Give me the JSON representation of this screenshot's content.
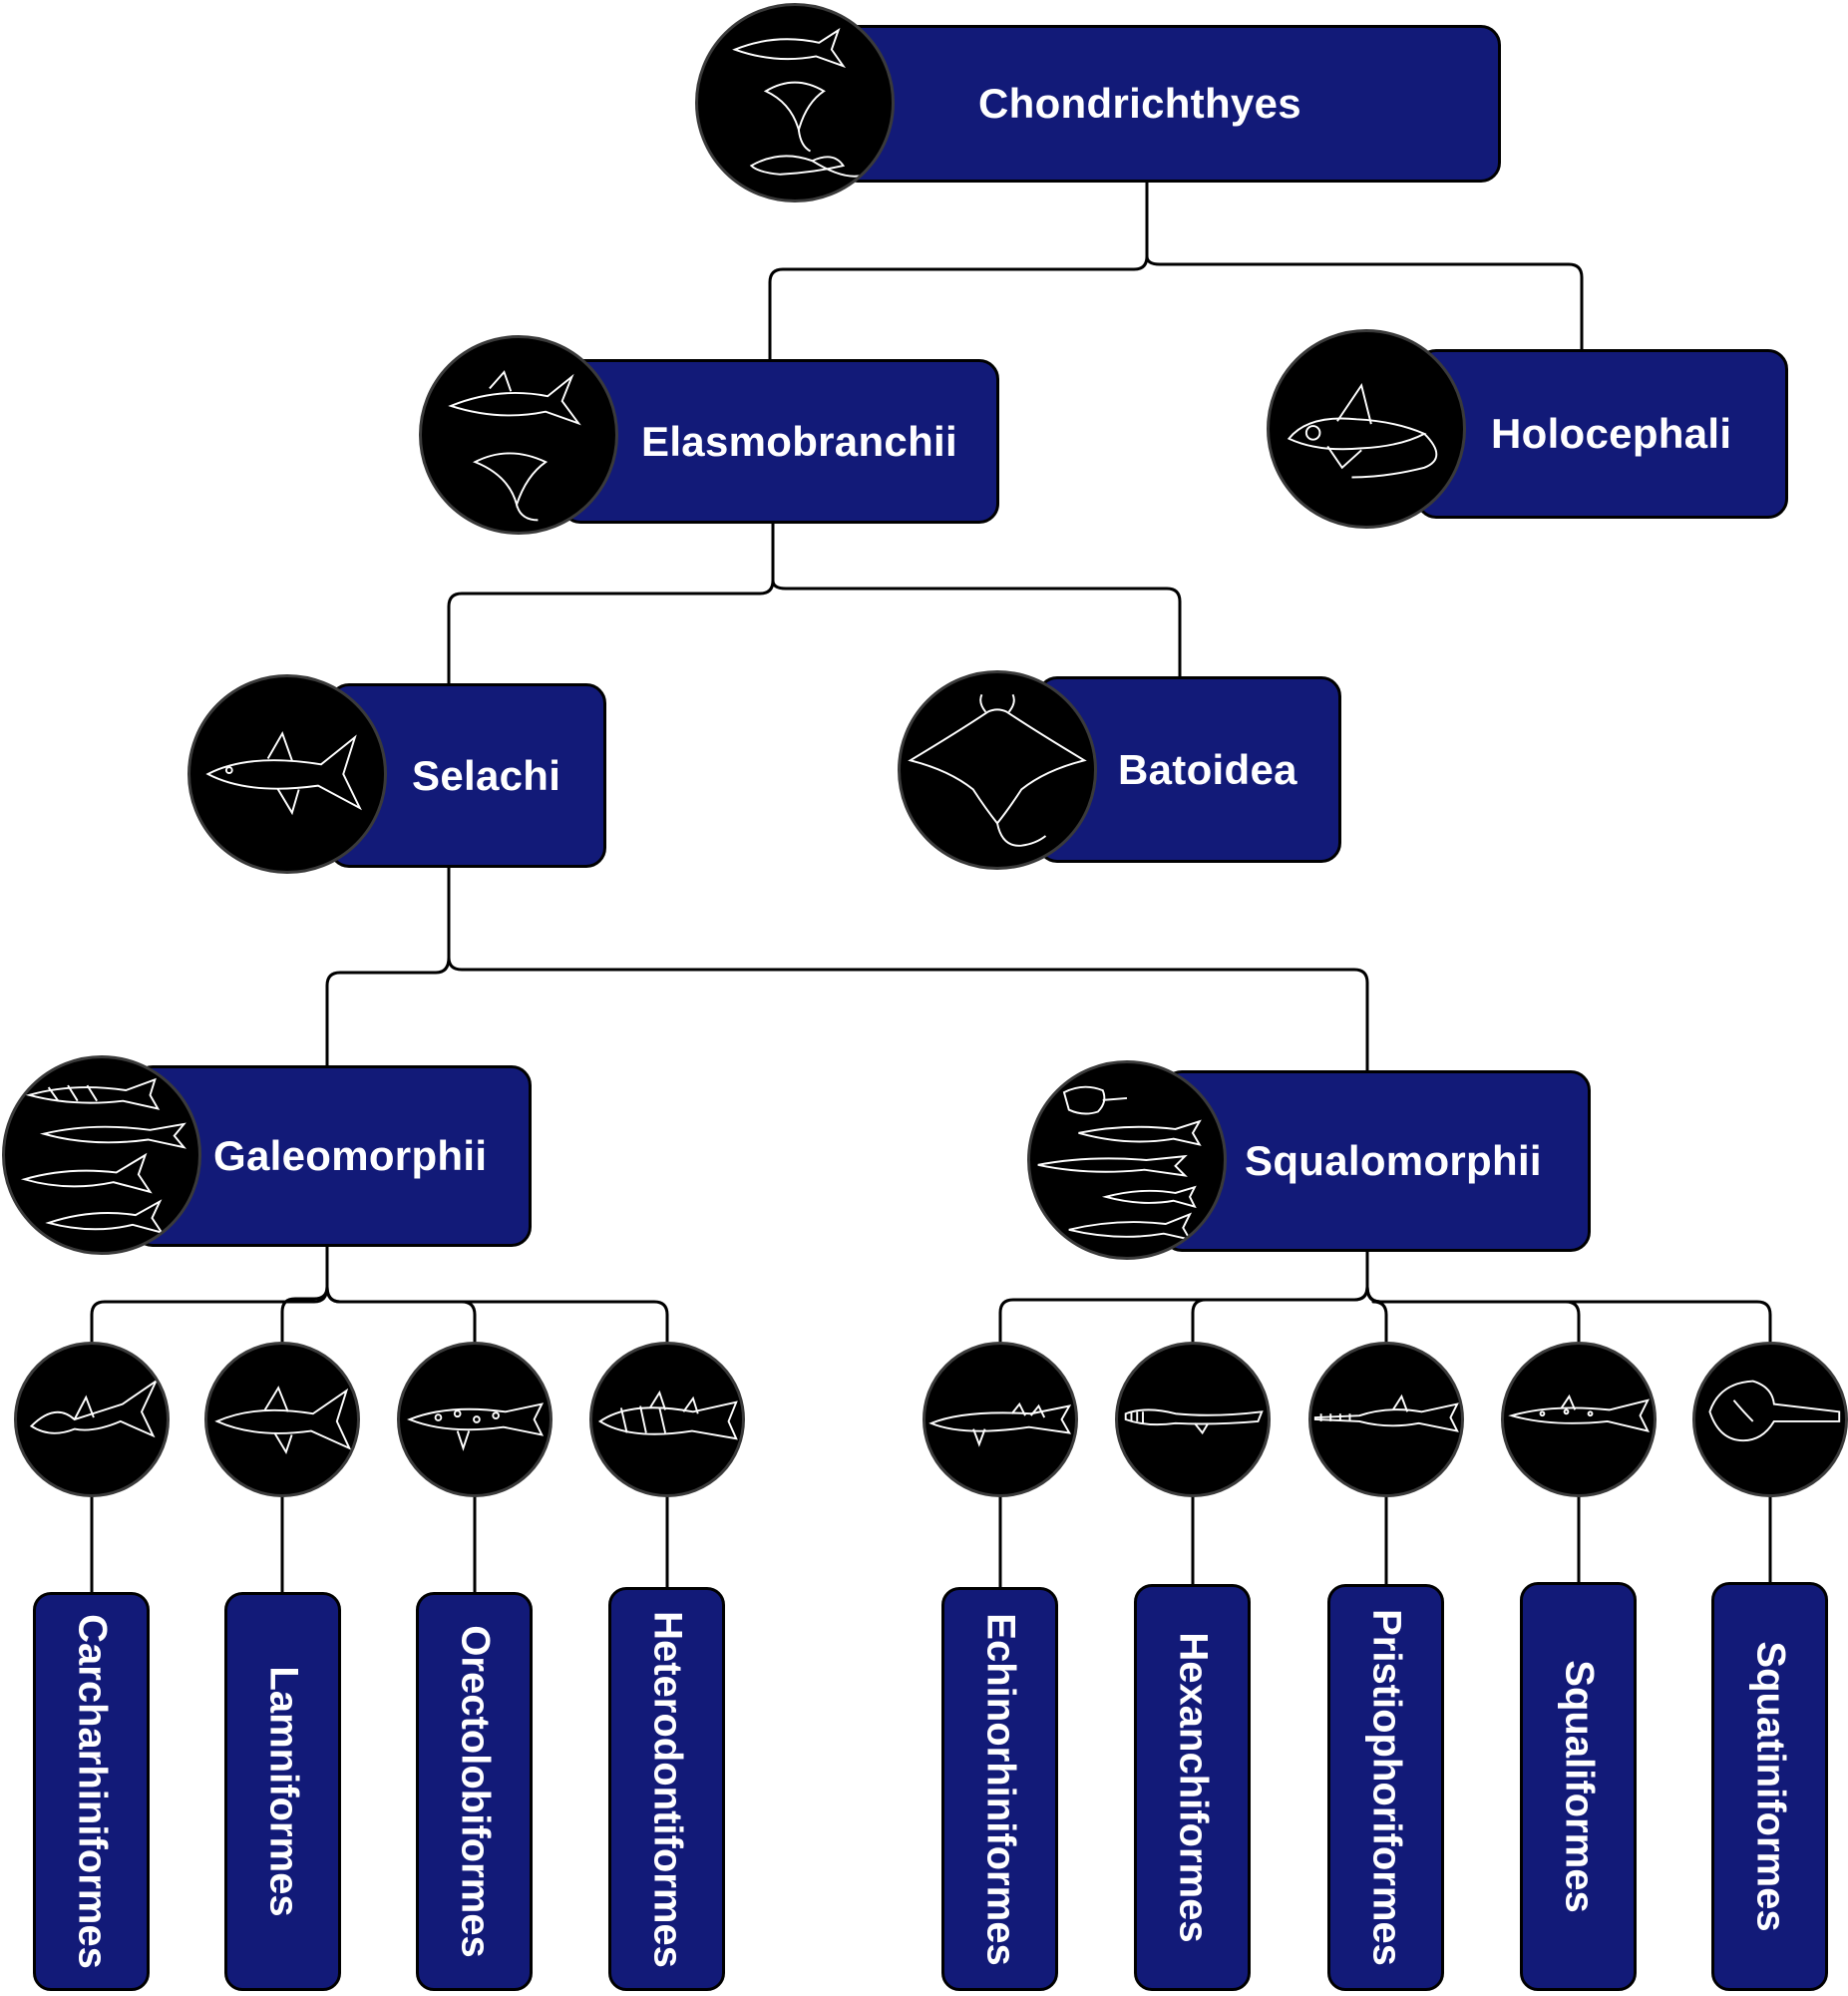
{
  "tree": {
    "root": {
      "label": "Chondrichthyes",
      "icon": "shark-ray-chimaera-icon"
    },
    "level1": [
      {
        "label": "Elasmobranchii",
        "icon": "shark-ray-icon"
      },
      {
        "label": "Holocephali",
        "icon": "chimaera-icon"
      }
    ],
    "level2": [
      {
        "label": "Selachi",
        "icon": "shark-icon"
      },
      {
        "label": "Batoidea",
        "icon": "manta-ray-icon"
      }
    ],
    "level3": [
      {
        "label": "Galeomorphii",
        "icon": "galeomorph-sharks-icon"
      },
      {
        "label": "Squalomorphii",
        "icon": "squalomorph-sharks-icon"
      }
    ],
    "orders": [
      {
        "label": "Carcharhiniformes",
        "icon": "hammerhead-shark-icon"
      },
      {
        "label": "Lamniformes",
        "icon": "great-white-shark-icon"
      },
      {
        "label": "Orectolobiformes",
        "icon": "spotted-carpet-shark-icon"
      },
      {
        "label": "Heterodontiformes",
        "icon": "bullhead-shark-icon"
      },
      {
        "label": "Echinorhiniformes",
        "icon": "bramble-shark-icon"
      },
      {
        "label": "Hexanchiformes",
        "icon": "frilled-shark-icon"
      },
      {
        "label": "Pristiophoriformes",
        "icon": "sawshark-icon"
      },
      {
        "label": "Squaliformes",
        "icon": "dogfish-shark-icon"
      },
      {
        "label": "Squatiniformes",
        "icon": "angel-shark-icon"
      }
    ]
  },
  "colors": {
    "node_fill": "#121a78",
    "icon_bg": "#000000",
    "text": "#ffffff",
    "line": "#000000"
  }
}
